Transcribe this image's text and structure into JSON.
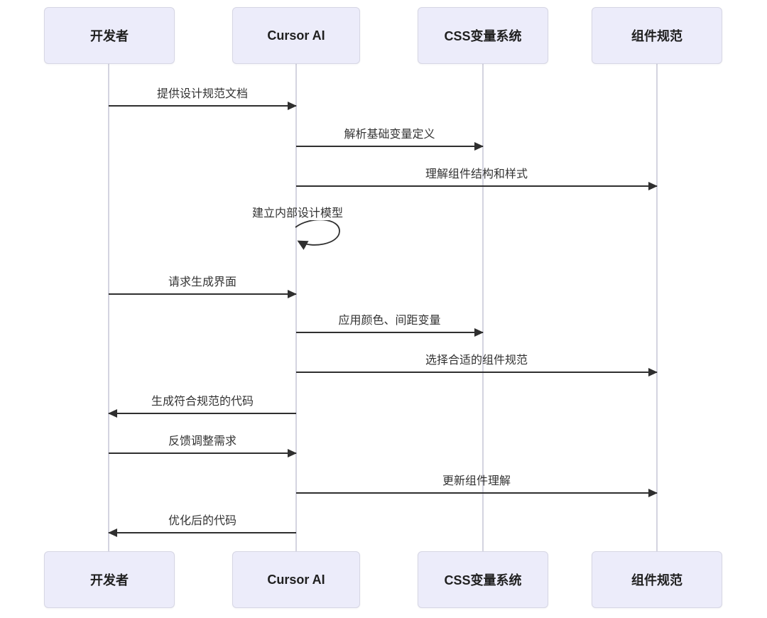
{
  "colors": {
    "background": "#ffffff",
    "actor_fill": "#ececfa",
    "actor_border": "#d6d6e4",
    "actor_text": "#1f1f1f",
    "message_text": "#333333",
    "arrow": "#2f2f2f",
    "lifeline": "#d4d4e0"
  },
  "diagram": {
    "type": "sequence-diagram",
    "actors": [
      {
        "name": "开发者"
      },
      {
        "name": "Cursor AI"
      },
      {
        "name": "CSS变量系统"
      },
      {
        "name": "组件规范"
      }
    ],
    "messages": [
      {
        "label": "提供设计规范文档",
        "from": "开发者",
        "to": "Cursor AI",
        "direction": "right"
      },
      {
        "label": "解析基础变量定义",
        "from": "Cursor AI",
        "to": "CSS变量系统",
        "direction": "right"
      },
      {
        "label": "理解组件结构和样式",
        "from": "Cursor AI",
        "to": "组件规范",
        "direction": "right"
      },
      {
        "label": "建立内部设计模型",
        "from": "Cursor AI",
        "to": "Cursor AI",
        "direction": "self"
      },
      {
        "label": "请求生成界面",
        "from": "开发者",
        "to": "Cursor AI",
        "direction": "right"
      },
      {
        "label": "应用颜色、间距变量",
        "from": "Cursor AI",
        "to": "CSS变量系统",
        "direction": "right"
      },
      {
        "label": "选择合适的组件规范",
        "from": "Cursor AI",
        "to": "组件规范",
        "direction": "right"
      },
      {
        "label": "生成符合规范的代码",
        "from": "Cursor AI",
        "to": "开发者",
        "direction": "left"
      },
      {
        "label": "反馈调整需求",
        "from": "开发者",
        "to": "Cursor AI",
        "direction": "right"
      },
      {
        "label": "更新组件理解",
        "from": "Cursor AI",
        "to": "组件规范",
        "direction": "right"
      },
      {
        "label": "优化后的代码",
        "from": "Cursor AI",
        "to": "开发者",
        "direction": "left"
      }
    ]
  }
}
